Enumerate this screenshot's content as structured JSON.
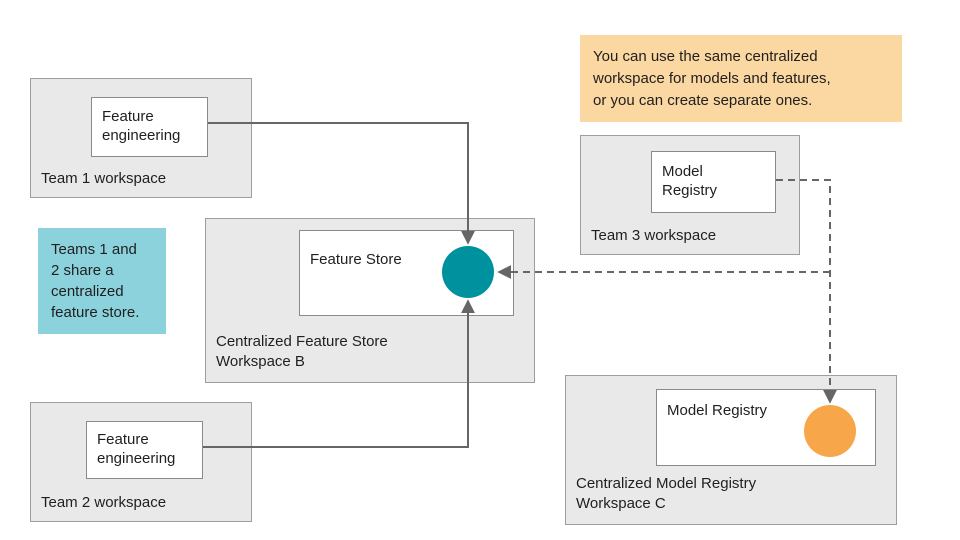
{
  "colors": {
    "workspace_fill": "#e9e9e9",
    "workspace_border": "#9e9e9e",
    "inner_fill": "#ffffff",
    "inner_border": "#8a8a8a",
    "teal_note": "#8cd2dc",
    "orange_note": "#fbd7a2",
    "teal_circle": "#00919e",
    "orange_circle": "#f7a64a",
    "arrow": "#666666"
  },
  "notes": {
    "centralized_lines": {
      "0": "You can use the same centralized",
      "1": "workspace for models and features,",
      "2": "or you can create separate ones."
    },
    "shared_lines": {
      "0": "Teams 1 and",
      "1": "2 share a",
      "2": "centralized",
      "3": "feature store."
    }
  },
  "team1": {
    "label": "Team 1 workspace",
    "component": "Feature engineering"
  },
  "team2": {
    "label": "Team 2 workspace",
    "component": "Feature engineering"
  },
  "team3": {
    "label": "Team 3 workspace",
    "component": "Model Registry"
  },
  "workspace_b": {
    "label_line1": "Centralized Feature Store",
    "label_line2": "Workspace B",
    "component": "Feature Store"
  },
  "workspace_c": {
    "label_line1": "Centralized Model Registry",
    "label_line2": "Workspace C",
    "component": "Model Registry"
  }
}
